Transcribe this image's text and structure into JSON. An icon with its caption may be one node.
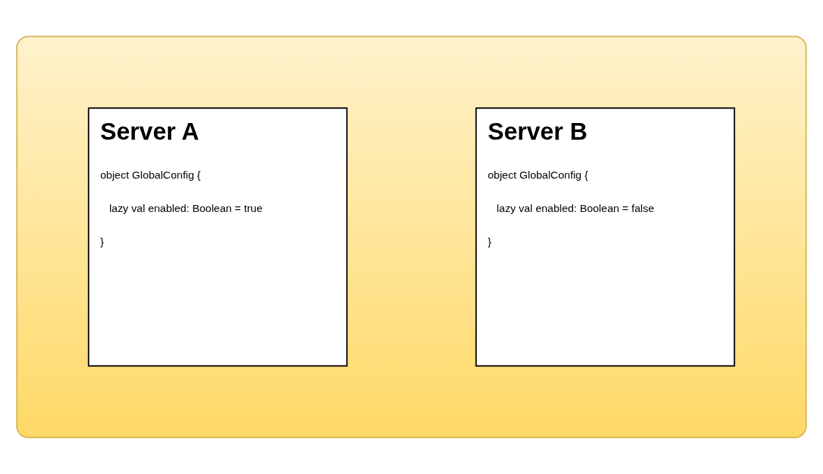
{
  "diagram": {
    "nodes": [
      {
        "text": [],
        "shape": "box"
      },
      {
        "text": [
          "Server A",
          "object GlobalConfig {",
          "lazy val enabled: Boolean = true",
          "}"
        ],
        "in": 0
      },
      {
        "text": [
          "Server B",
          "object GlobalConfig {",
          "lazy val enabled: Boolean = false",
          "}"
        ],
        "in": 0
      }
    ]
  }
}
